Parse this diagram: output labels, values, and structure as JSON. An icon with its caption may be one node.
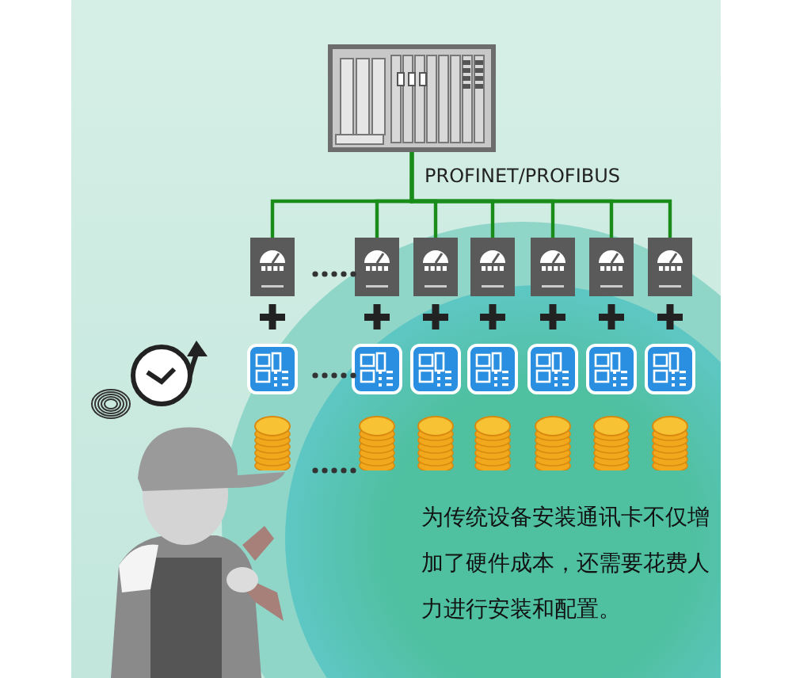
{
  "diagram": {
    "nodes": [
      {
        "text": [],
        "shape": "picture"
      },
      {
        "text": [],
        "shape": "picture"
      },
      {
        "text": [],
        "shape": "picture"
      },
      {
        "text": [],
        "shape": "picture"
      },
      {
        "text": [],
        "shape": "picture"
      },
      {
        "text": [],
        "shape": "picture"
      },
      {
        "text": [],
        "shape": "picture"
      },
      {
        "text": [],
        "shape": "picture"
      }
    ],
    "edges": [
      {
        "from": 0,
        "to": 1,
        "arrow": "none"
      },
      {
        "from": 0,
        "to": 2,
        "arrow": "none"
      },
      {
        "from": 0,
        "to": 3,
        "arrow": "none"
      },
      {
        "from": 0,
        "to": 4,
        "arrow": "none"
      },
      {
        "from": 0,
        "to": 5,
        "arrow": "none"
      },
      {
        "from": 0,
        "to": 6,
        "arrow": "none"
      },
      {
        "from": 0,
        "to": 7,
        "arrow": "none"
      }
    ],
    "labels": [
      "PROFINET/PROFIBUS",
      "为传统设备安装通讯卡不仅增加了硬件成本，还需要花费人力进行安装和配置。"
    ]
  }
}
